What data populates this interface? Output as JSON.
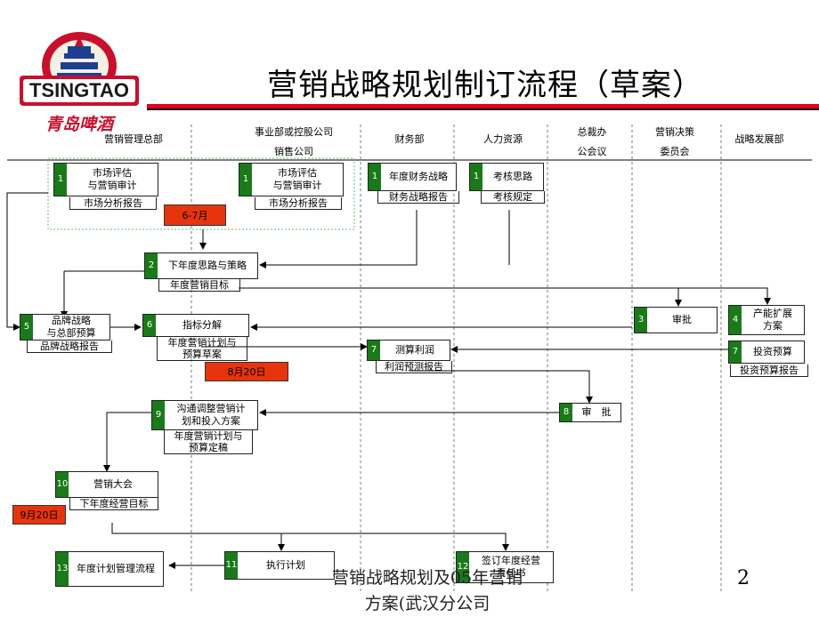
{
  "title": "营销战略规划制订流程（草案）",
  "logo": {
    "brand": "TSINGTAO",
    "chinese": "青岛啤酒"
  },
  "columns": [
    {
      "id": "c1",
      "l1": "营销管理总部",
      "l2": ""
    },
    {
      "id": "c2",
      "l1": "事业部或控股公司",
      "l2": "销售公司"
    },
    {
      "id": "c3",
      "l1": "财务部",
      "l2": ""
    },
    {
      "id": "c4",
      "l1": "人力资源",
      "l2": ""
    },
    {
      "id": "c5",
      "l1": "总裁办",
      "l2": "公会议"
    },
    {
      "id": "c6",
      "l1": "营销决策",
      "l2": "委员会"
    },
    {
      "id": "c7",
      "l1": "战略发展部",
      "l2": ""
    }
  ],
  "steps": {
    "s1a": {
      "num": "1",
      "label": "市场评估\n与营销审计",
      "doc": "市场分析报告"
    },
    "s1b": {
      "num": "1",
      "label": "市场评估\n与营销审计",
      "doc": "市场分析报告"
    },
    "s1c": {
      "num": "1",
      "label": "年度财务战略",
      "doc": "财务战略报告"
    },
    "s1d": {
      "num": "1",
      "label": "考核思路",
      "doc": "考核规定"
    },
    "s2": {
      "num": "2",
      "label": "下年度思路与策略",
      "doc": "年度营销目标"
    },
    "s3": {
      "num": "3",
      "label": "审批",
      "doc": ""
    },
    "s4a": {
      "num": "4",
      "label": "产能扩展\n方案",
      "doc": ""
    },
    "s5": {
      "num": "5",
      "label": "品牌战略\n与总部预算",
      "doc": "品牌战略报告"
    },
    "s6": {
      "num": "6",
      "label": "指标分解",
      "doc": "年度营销计划与\n预算草案"
    },
    "s7a": {
      "num": "7",
      "label": "测算利润",
      "doc": "利润预测报告"
    },
    "s7b": {
      "num": "7",
      "label": "投资预算",
      "doc": "投资预算报告"
    },
    "s8": {
      "num": "8",
      "label": "审　批",
      "doc": ""
    },
    "s9": {
      "num": "9",
      "label": "沟通调整营销计\n划和投入方案",
      "doc": "年度营销计划与\n预算定稿"
    },
    "s10": {
      "num": "10",
      "label": "营销大会",
      "doc": "下年度经营目标"
    },
    "s11": {
      "num": "11",
      "label": "执行计划",
      "doc": ""
    },
    "s12": {
      "num": "12",
      "label": "签订年度经营",
      "doc": "责任书"
    },
    "s13": {
      "num": "13",
      "label": "年度计划管理流程",
      "doc": ""
    }
  },
  "dates": {
    "d1": "6-7月",
    "d2": "8月20日",
    "d3": "9月20日"
  },
  "footer": "营销战略规划及05年营销\n方案(武汉分公司",
  "page_number": "2"
}
